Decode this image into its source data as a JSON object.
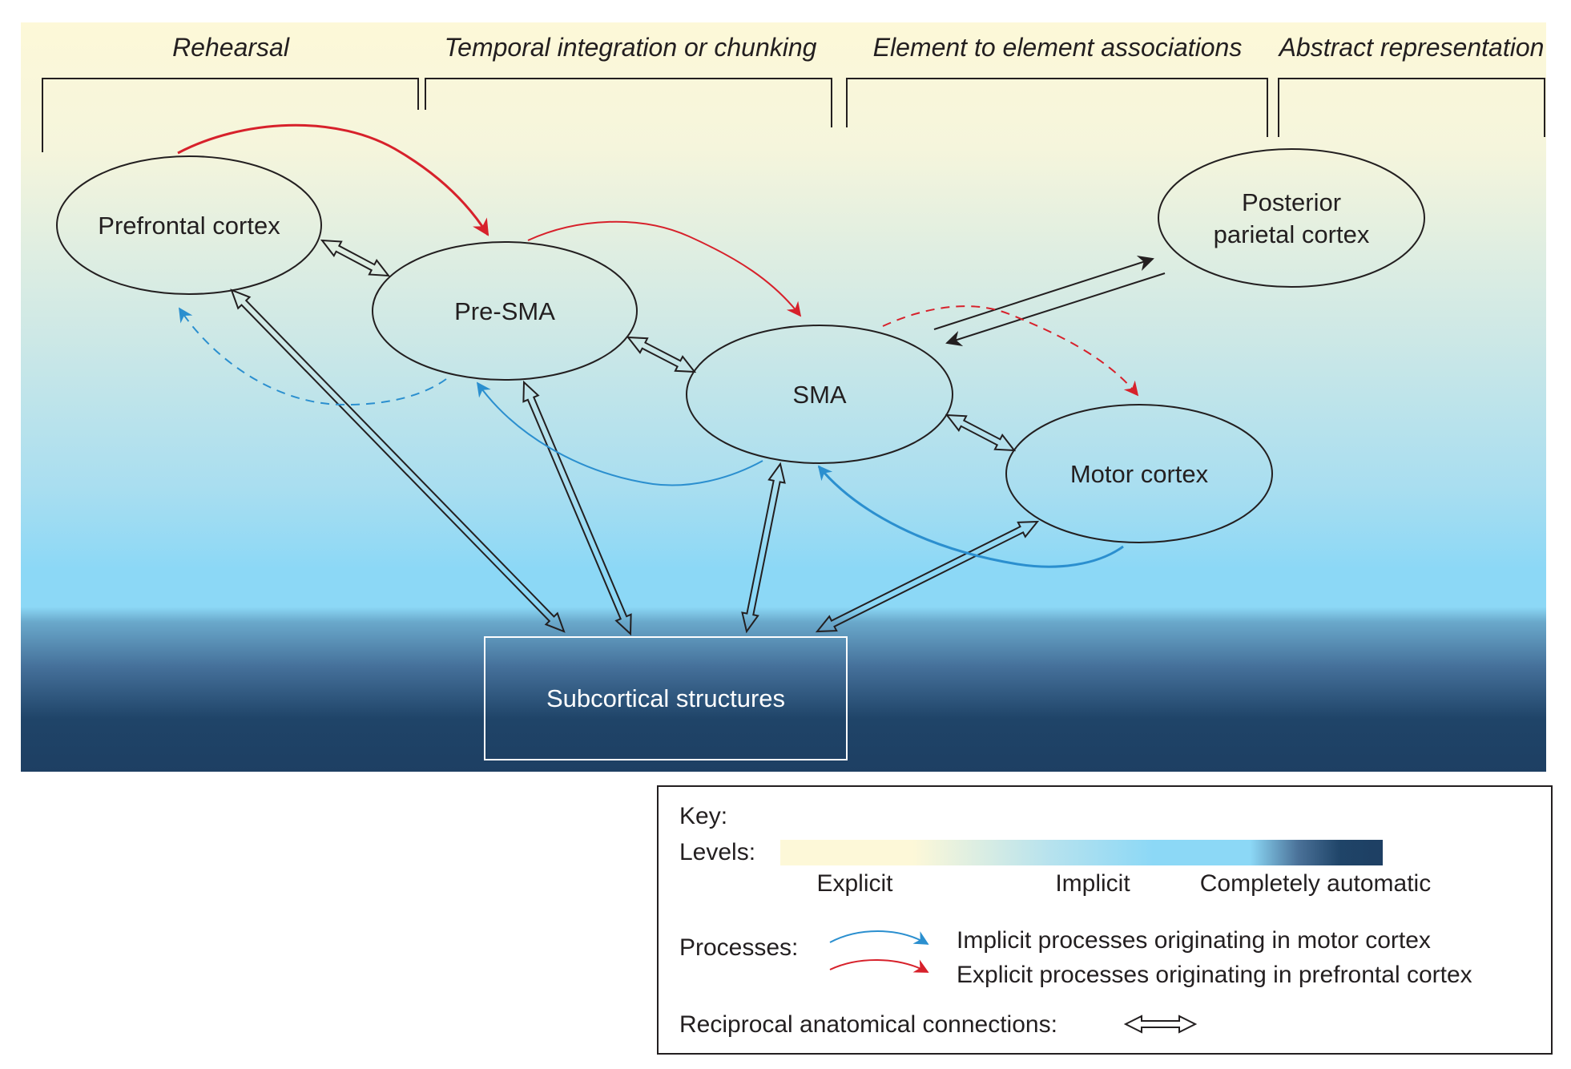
{
  "figure": {
    "phases": [
      {
        "label": "Rehearsal"
      },
      {
        "label": "Temporal integration or chunking"
      },
      {
        "label": "Element to element associations"
      },
      {
        "label": "Abstract representation"
      }
    ],
    "nodes": {
      "prefrontal": {
        "label": "Prefrontal cortex"
      },
      "pre_sma": {
        "label": "Pre-SMA"
      },
      "sma": {
        "label": "SMA"
      },
      "posterior_parietal": {
        "label_line1": "Posterior",
        "label_line2": "parietal cortex"
      },
      "motor": {
        "label": "Motor cortex"
      },
      "subcortical": {
        "label": "Subcortical structures"
      }
    },
    "connections": {
      "reciprocal_anatomical": [
        [
          "prefrontal",
          "pre_sma"
        ],
        [
          "pre_sma",
          "sma"
        ],
        [
          "sma",
          "motor"
        ],
        [
          "prefrontal",
          "subcortical"
        ],
        [
          "pre_sma",
          "subcortical"
        ],
        [
          "sma",
          "subcortical"
        ],
        [
          "motor",
          "subcortical"
        ]
      ],
      "one_way": [
        [
          "sma",
          "posterior_parietal"
        ],
        [
          "posterior_parietal",
          "sma"
        ]
      ],
      "explicit_processes": [
        {
          "from": "prefrontal",
          "to": "pre_sma",
          "style": "solid"
        },
        {
          "from": "pre_sma",
          "to": "sma",
          "style": "solid"
        },
        {
          "from": "sma",
          "to": "motor",
          "style": "dashed"
        }
      ],
      "implicit_processes": [
        {
          "from": "motor",
          "to": "sma",
          "style": "solid"
        },
        {
          "from": "sma",
          "to": "pre_sma",
          "style": "solid"
        },
        {
          "from": "pre_sma",
          "to": "prefrontal",
          "style": "dashed"
        }
      ]
    },
    "colors": {
      "explicit": "#d7212b",
      "implicit": "#2b8fcf",
      "level_explicit": "#fdf8d8",
      "level_implicit": "#8cd8f6",
      "level_automatic": "#1e3f63",
      "outline": "#231f20"
    }
  },
  "legend": {
    "key_label": "Key:",
    "levels_label": "Levels:",
    "level_ticks": [
      "Explicit",
      "Implicit",
      "Completely automatic"
    ],
    "processes_label": "Processes:",
    "implicit_process_label": "Implicit processes originating in motor cortex",
    "explicit_process_label": "Explicit processes originating in prefrontal cortex",
    "reciprocal_label": "Reciprocal anatomical connections:"
  }
}
